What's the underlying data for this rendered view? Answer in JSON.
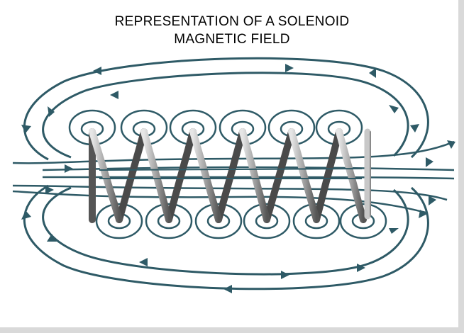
{
  "title": {
    "line1": "REPRESENTATION OF A SOLENOID",
    "line2": "MAGNETIC FIELD"
  },
  "colors": {
    "field_line": "#2e5a66",
    "coil_light": "#d8d8d8",
    "coil_mid": "#9a9a9a",
    "coil_dark": "#4a4a4a",
    "background": "#ffffff",
    "frame_border": "#d9d9d9"
  },
  "diagram": {
    "coil_turns": 6,
    "loops_per_side": 6
  }
}
